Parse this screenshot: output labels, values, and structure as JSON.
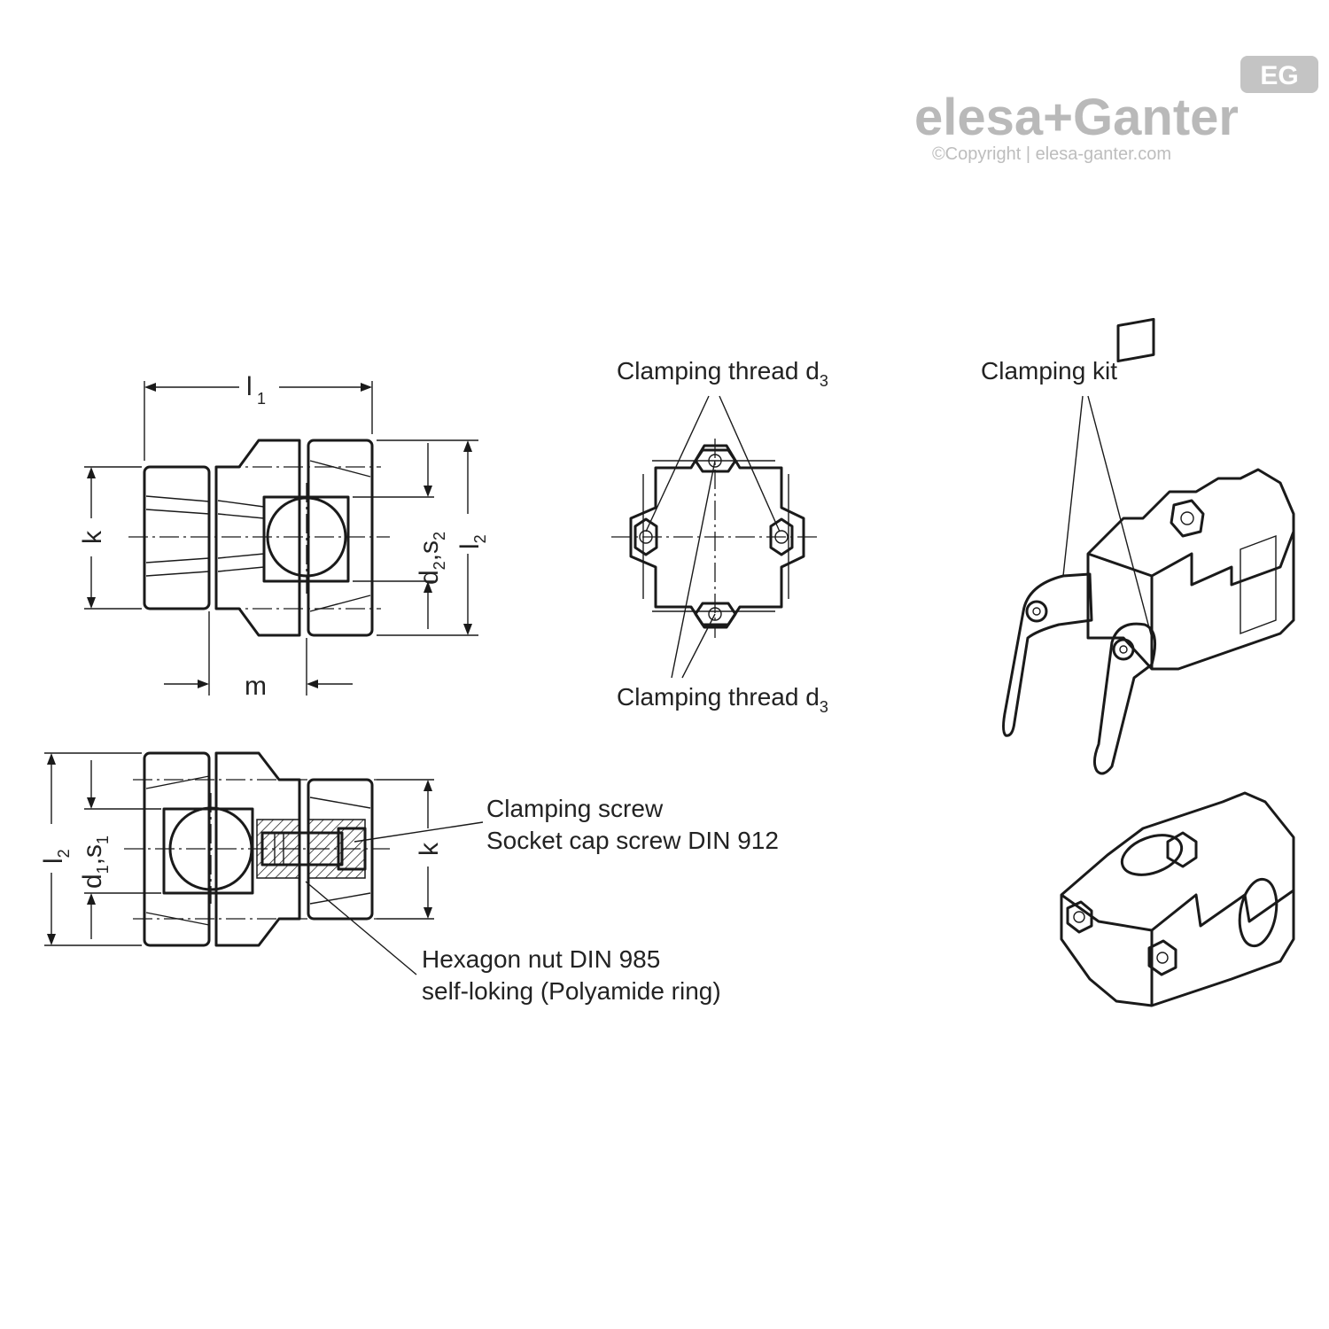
{
  "brand": {
    "logo_text": "elesa+Ganter",
    "badge": "EG",
    "copyright": "©Copyright | elesa-ganter.com"
  },
  "front_view": {
    "dim_l1": "l",
    "dim_l1_sub": "1",
    "dim_k": "k",
    "dim_m": "m",
    "dim_d2": "d",
    "dim_d2_sub": "2",
    "dim_s2": ",s",
    "dim_s2_sub": "2",
    "dim_l2": "l",
    "dim_l2_sub": "2"
  },
  "top_view": {
    "clamping_thread_top": "Clamping thread d",
    "clamping_thread_top_sub": "3",
    "clamping_thread_bottom": "Clamping thread d",
    "clamping_thread_bottom_sub": "3"
  },
  "section_view": {
    "dim_l2": "l",
    "dim_l2_sub": "2",
    "dim_d1": "d",
    "dim_d1_sub": "1",
    "dim_s1": ",s",
    "dim_s1_sub": "1",
    "dim_k": "k",
    "clamping_screw": "Clamping screw",
    "socket_cap_screw": "Socket cap screw DIN 912",
    "hexagon_nut": "Hexagon nut DIN 985",
    "self_locking": "self-loking (Polyamide ring)"
  },
  "isometric": {
    "clamping_kit": "Clamping kit"
  }
}
